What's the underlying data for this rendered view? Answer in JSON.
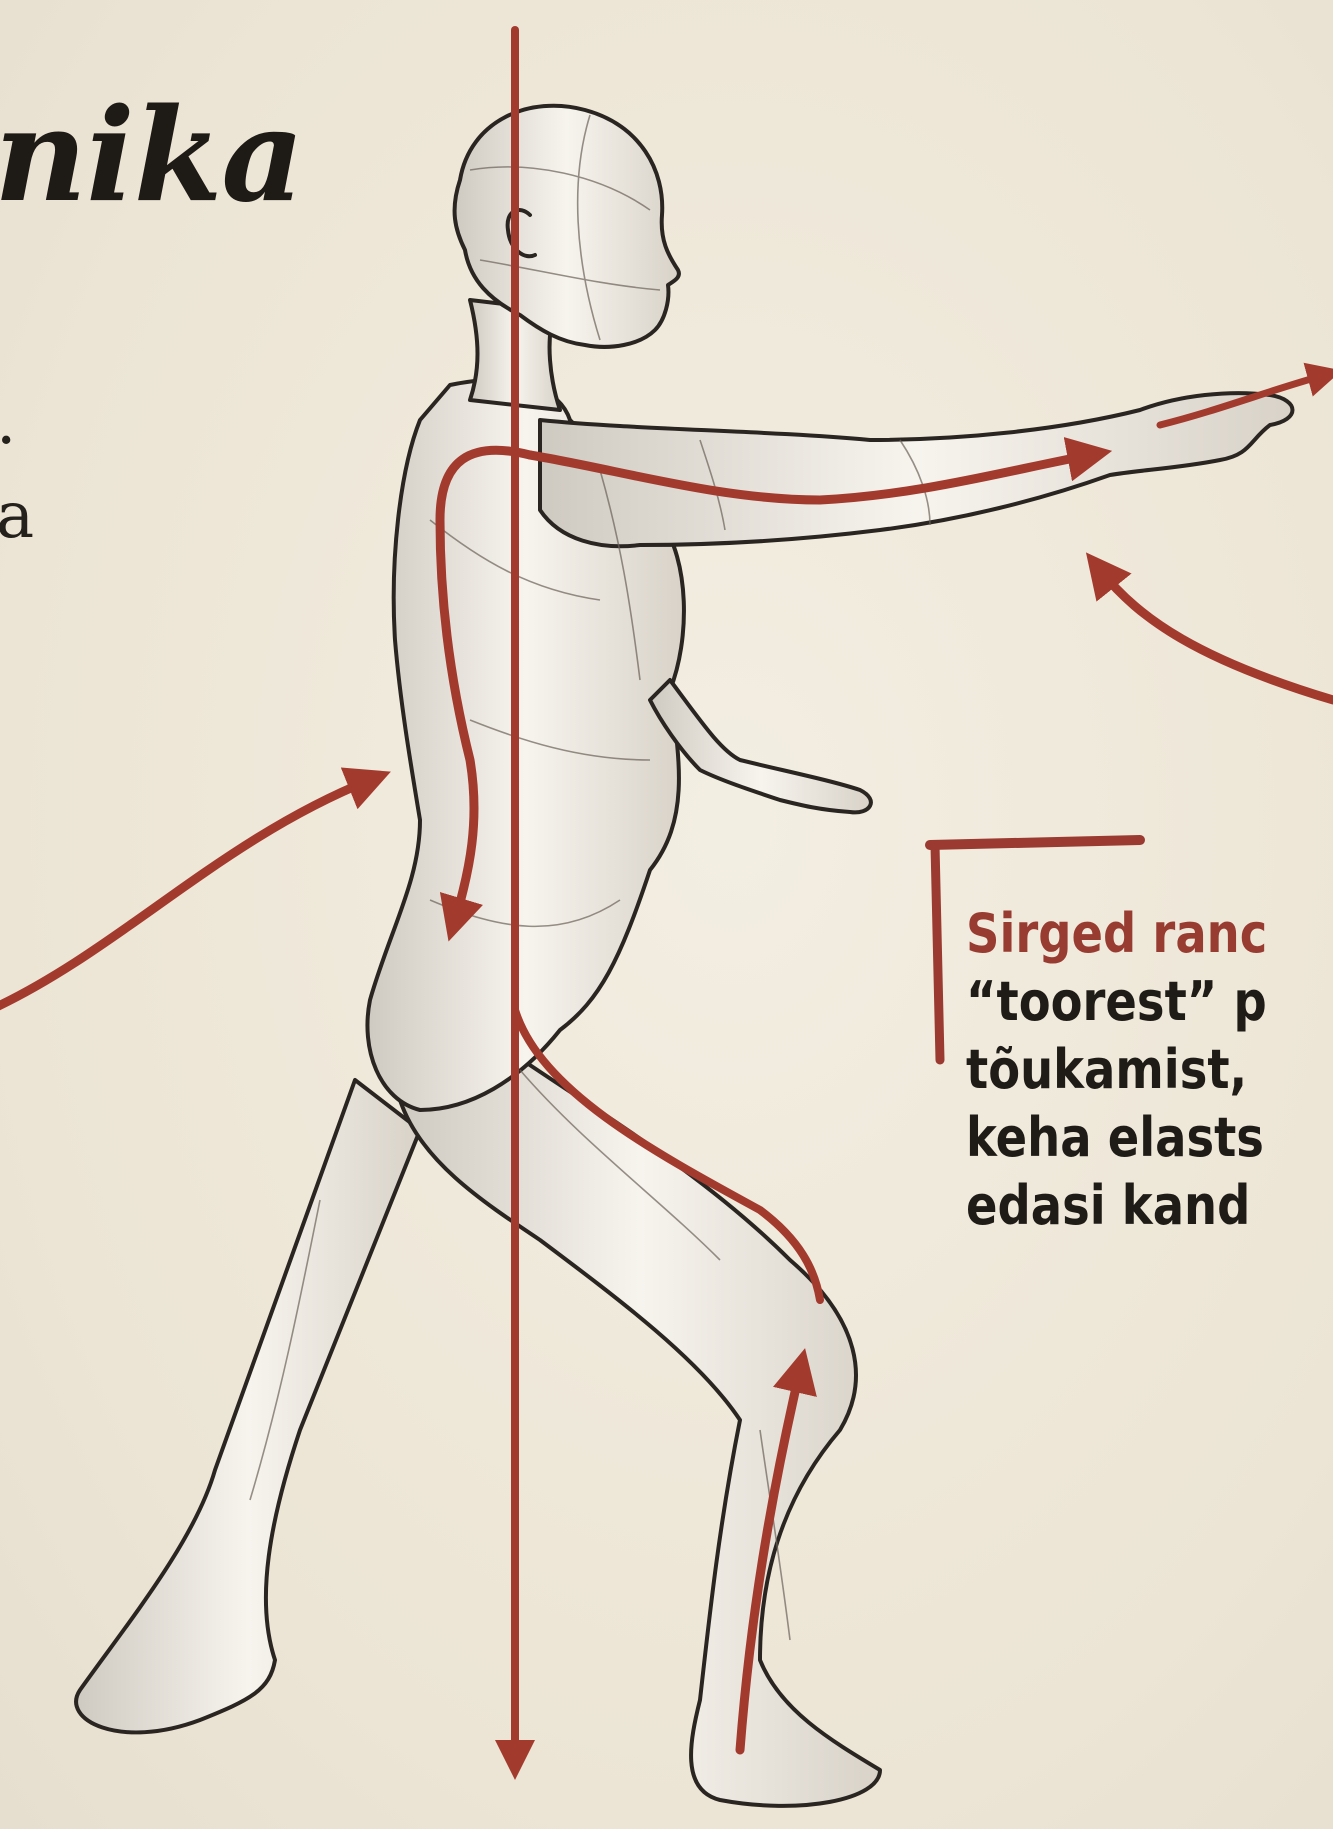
{
  "title_fragment": "nika",
  "left_text_fragments": [
    ".",
    "a"
  ],
  "callout": {
    "heading": "Sirged ranc",
    "lines": [
      "“toorest” p",
      "tõukamist,",
      "keha elasts",
      "edasi kand"
    ]
  },
  "colors": {
    "background": "#efe9db",
    "arrow_red": "#a33a2e",
    "ink": "#1e1a16",
    "accent_text": "#983b31"
  }
}
